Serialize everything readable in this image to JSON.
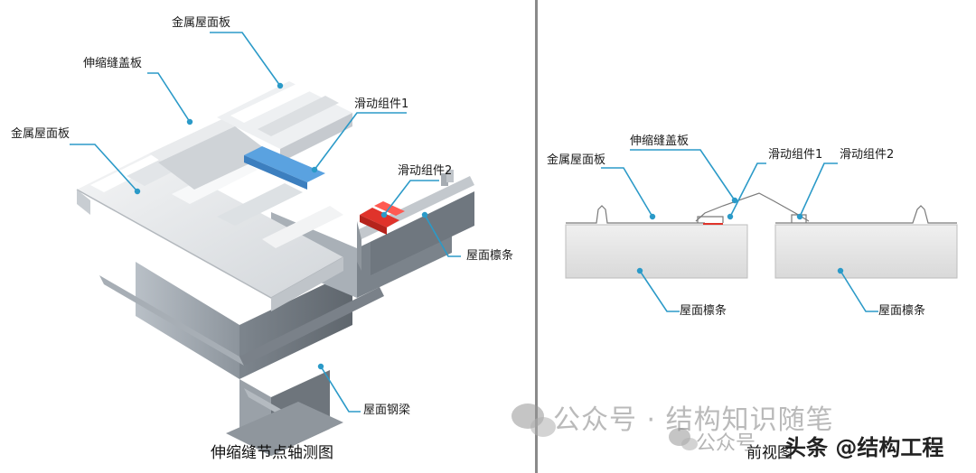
{
  "left_panel": {
    "caption": "伸缩缝节点轴测图",
    "labels": {
      "metal_roof_panel_top": "金属屋面板",
      "expansion_cover_plate": "伸缩缝盖板",
      "metal_roof_panel_left": "金属屋面板",
      "sliding_component_1": "滑动组件1",
      "sliding_component_2": "滑动组件2",
      "roof_purlin": "屋面檩条",
      "roof_steel_beam": "屋面钢梁"
    }
  },
  "right_panel": {
    "caption": "前视图",
    "labels": {
      "metal_roof_panel": "金属屋面板",
      "expansion_cover_plate": "伸缩缝盖板",
      "sliding_component_1": "滑动组件1",
      "sliding_component_2": "滑动组件2",
      "purlin_left": "屋面檩条",
      "purlin_right": "屋面檩条"
    }
  },
  "watermarks": {
    "wechat": "公众号 · 结构知识随笔",
    "wechat_small": "公众号",
    "toutiao": "头条 @结构工程"
  },
  "colors": {
    "leader_line": "#2b9ac8",
    "slider_1": "#5aa2e0",
    "slider_2": "#e0332b",
    "divider": "#8a8a8a",
    "panel_light": "#e8eaec",
    "steel": "#9ea6ae"
  }
}
